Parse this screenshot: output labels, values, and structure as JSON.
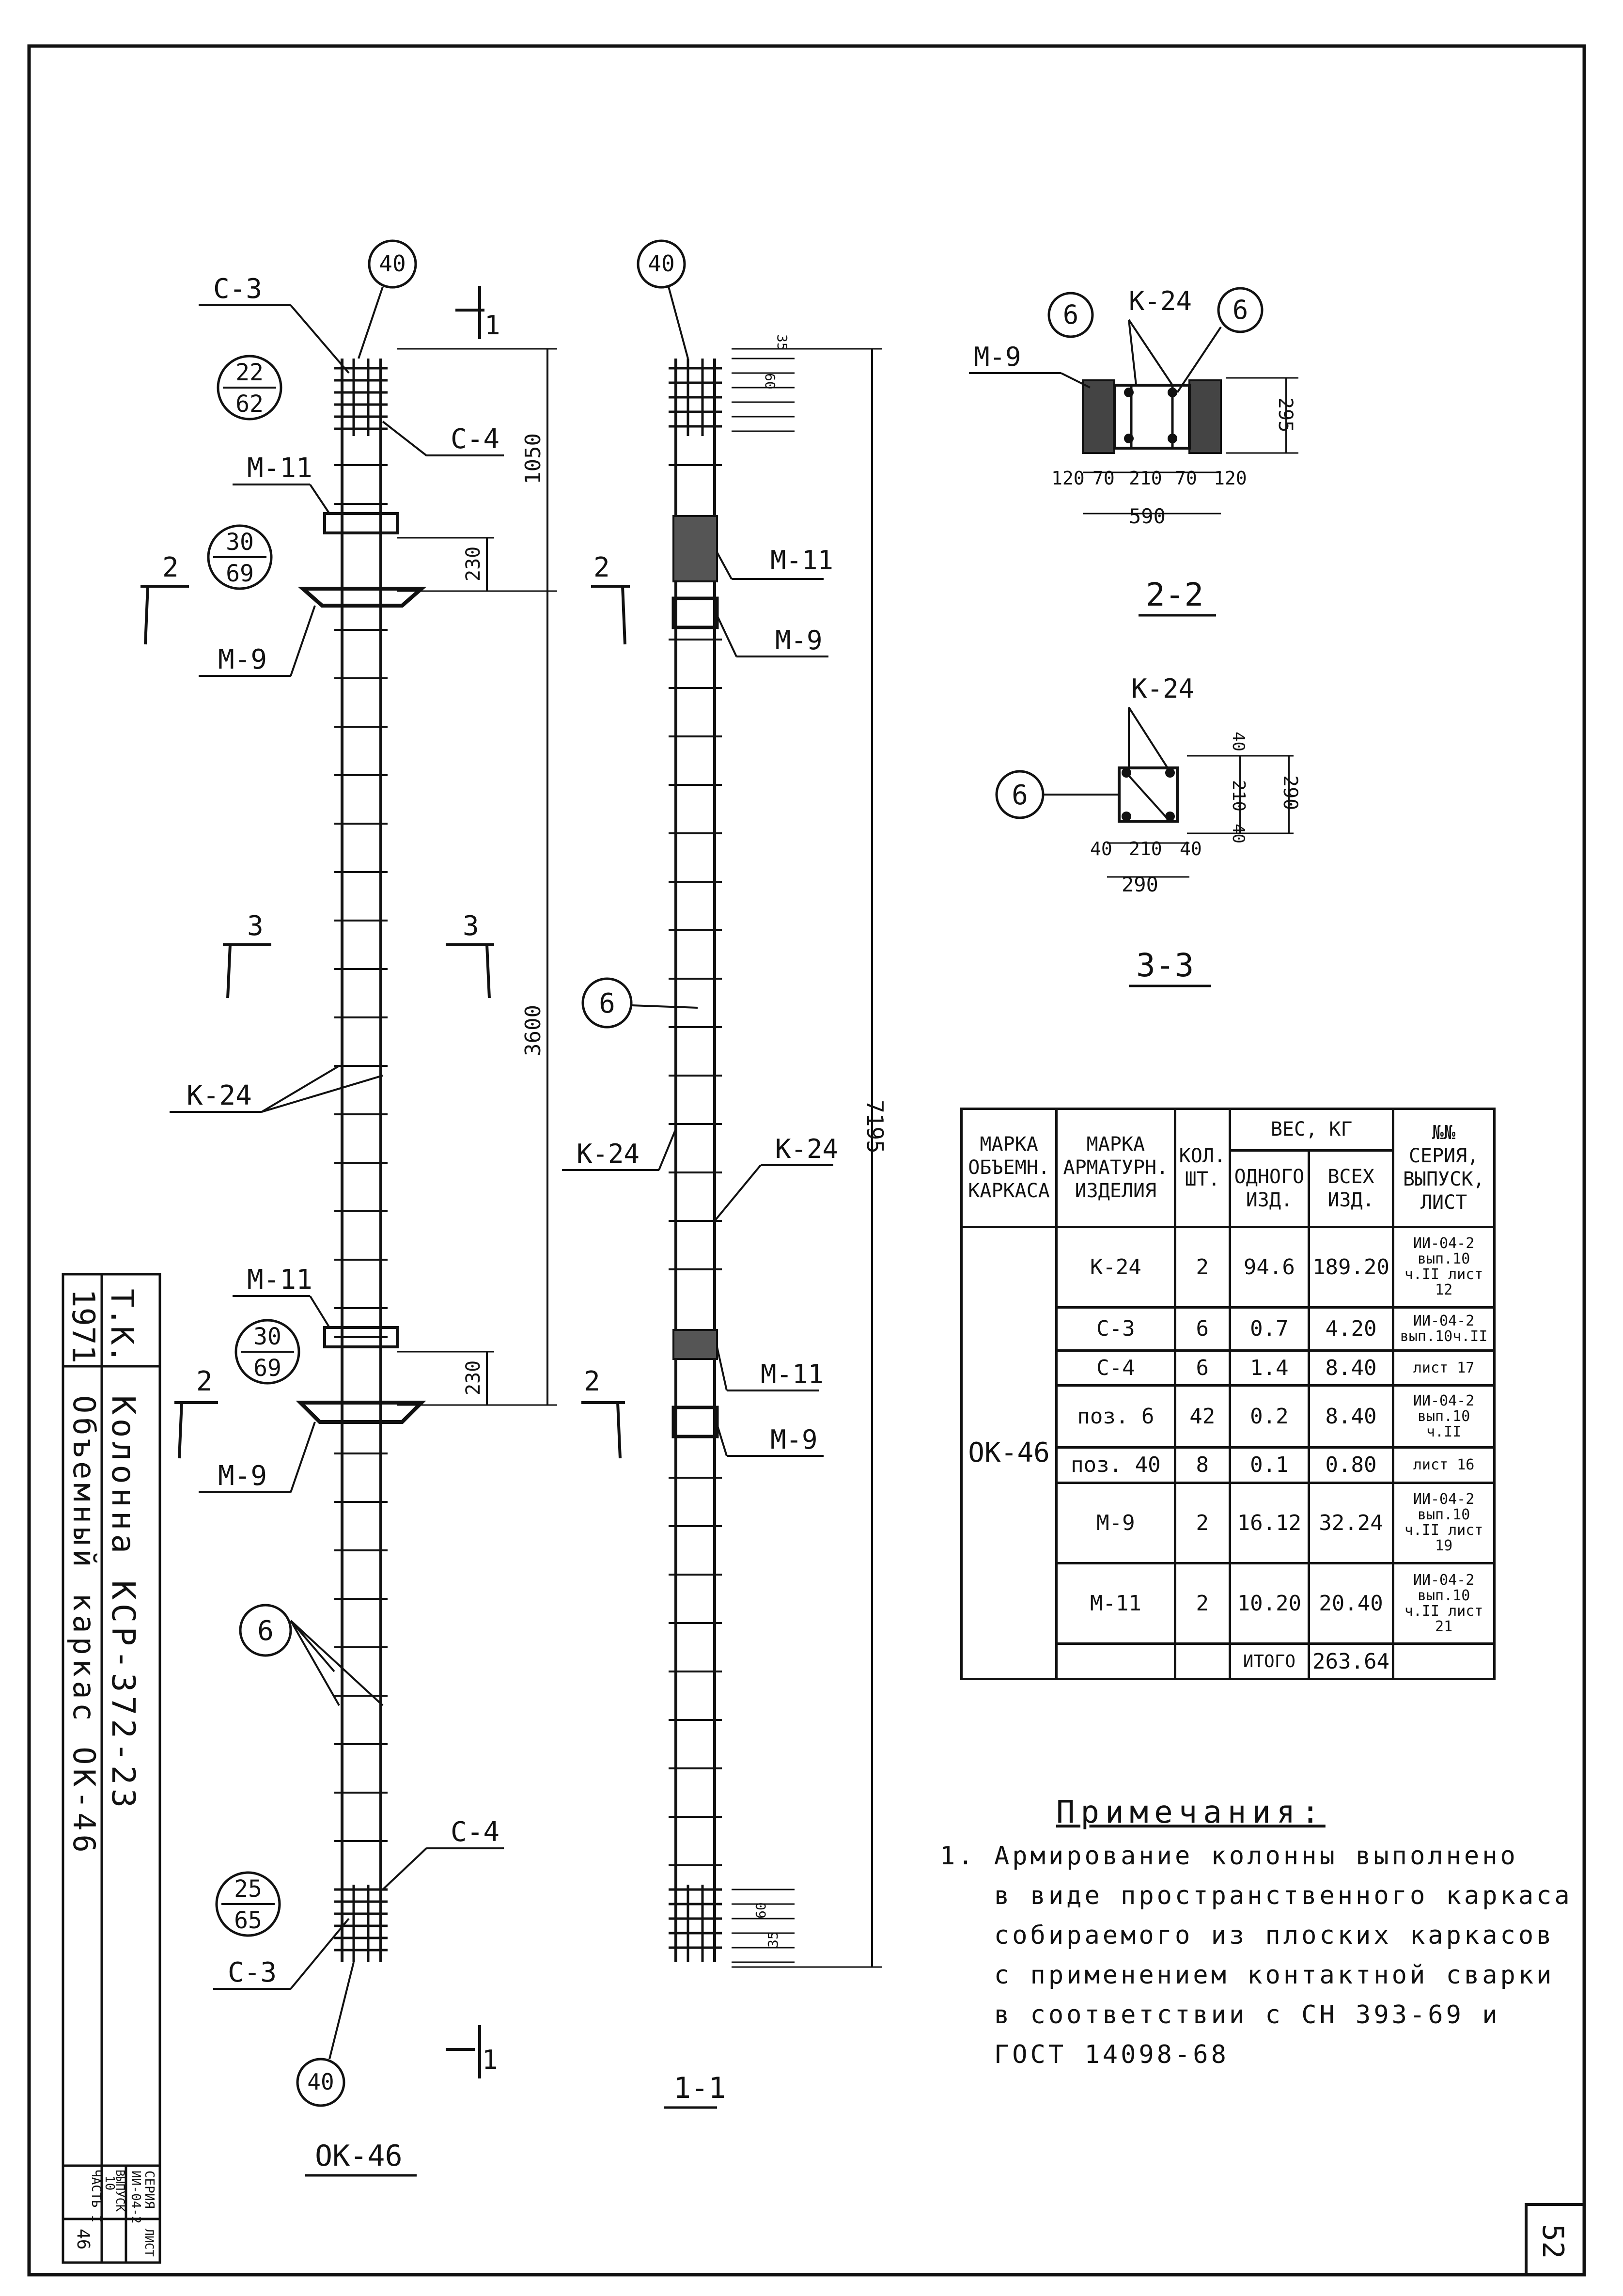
{
  "drawing": {
    "sheet_number": "52",
    "view_names": {
      "main": "ОК-46",
      "section_1_1": "1-1",
      "section_2_2": "2-2",
      "section_3_3": "3-3"
    },
    "callouts": {
      "s3": "С-3",
      "s4": "С-4",
      "m11": "М-11",
      "m9": "М-9",
      "k24": "К-24",
      "pos6": "6",
      "pos40": "40"
    },
    "fractions": [
      {
        "num": "22",
        "den": "62"
      },
      {
        "num": "30",
        "den": "69"
      },
      {
        "num": "30",
        "den": "69"
      },
      {
        "num": "25",
        "den": "65"
      }
    ],
    "section_marks": {
      "one": "1",
      "two": "2",
      "three": "3"
    },
    "dimensions": {
      "d1050": "1050",
      "d230": "230",
      "d3600": "3600",
      "d7195": "7195",
      "d35": "35",
      "d60": "60",
      "s22": {
        "d120a": "120",
        "d70a": "70",
        "d210": "210",
        "d70b": "70",
        "d120b": "120",
        "d590": "590",
        "d295": "295"
      },
      "s33": {
        "d40a": "40",
        "d210": "210",
        "d40b": "40",
        "d290": "290",
        "d40c": "40",
        "d210v": "210",
        "d40d": "40",
        "d290v": "290"
      }
    }
  },
  "spec_table": {
    "headers": {
      "frame_mark": "МАРКА ОБЪЕМН. КАРКАСА",
      "item_mark": "МАРКА АРМАТУРН. ИЗДЕЛИЯ",
      "qty": "КОЛ. ШТ.",
      "weight": "ВЕС, КГ",
      "one": "ОДНОГО ИЗД.",
      "all": "ВСЕХ ИЗД.",
      "ref": "№№ СЕРИЯ, ВЫПУСК, ЛИСТ"
    },
    "frame": "ОК-46",
    "rows": [
      {
        "mark": "К-24",
        "qty": "2",
        "w1": "94.6",
        "wall": "189.20",
        "ref": "ИИ-04-2 вып.10 ч.II лист 12"
      },
      {
        "mark": "С-3",
        "qty": "6",
        "w1": "0.7",
        "wall": "4.20",
        "ref": "ИИ-04-2 вып.10ч.II"
      },
      {
        "mark": "С-4",
        "qty": "6",
        "w1": "1.4",
        "wall": "8.40",
        "ref": "лист 17"
      },
      {
        "mark": "поз. 6",
        "qty": "42",
        "w1": "0.2",
        "wall": "8.40",
        "ref": "ИИ-04-2 вып.10 ч.II"
      },
      {
        "mark": "поз. 40",
        "qty": "8",
        "w1": "0.1",
        "wall": "0.80",
        "ref": "лист 16"
      },
      {
        "mark": "М-9",
        "qty": "2",
        "w1": "16.12",
        "wall": "32.24",
        "ref": "ИИ-04-2 вып.10 ч.II лист 19"
      },
      {
        "mark": "М-11",
        "qty": "2",
        "w1": "10.20",
        "wall": "20.40",
        "ref": "ИИ-04-2 вып.10 ч.II лист 21"
      }
    ],
    "total_label": "ИТОГО",
    "total_value": "263.64"
  },
  "notes": {
    "title": "Примечания:",
    "text": "1. Армирование колонны выполнено\n   в виде пространственного каркаса\n   собираемого из плоских каркасов\n   с применением контактной сварки\n   в соответствии с СН 393-69 и\n   ГОСТ 14098-68"
  },
  "title_block": {
    "year": "1971",
    "org": "Т.К.",
    "project": "Колонна КСР-372-23",
    "sheet_title": "Объемный каркас  ОК-46",
    "series_label": "СЕРИЯ",
    "series": "ИИ-04-2",
    "issue_label": "ВЫПУСК",
    "issue": "10",
    "part": "ЧАСТЬ I",
    "sheet_label": "ЛИСТ",
    "sheet": "46"
  }
}
